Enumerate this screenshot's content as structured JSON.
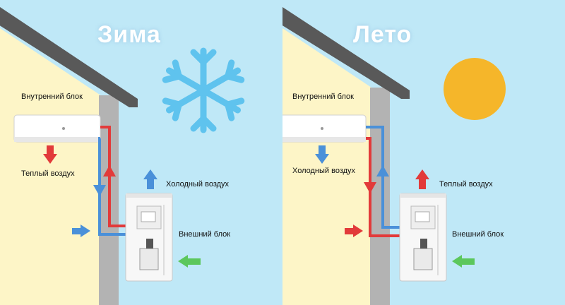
{
  "winter": {
    "title": "Зима",
    "indoor_label": "Внутренний блок",
    "indoor_air_label": "Теплый воздух",
    "outdoor_air_label": "Холодный воздух",
    "outdoor_label": "Внешний блок",
    "weather_icon": "snowflake-icon"
  },
  "summer": {
    "title": "Лето",
    "indoor_label": "Внутренний блок",
    "indoor_air_label": "Холодный воздух",
    "outdoor_air_label": "Теплый воздух",
    "outdoor_label": "Внешний блок",
    "weather_icon": "sun-icon"
  },
  "colors": {
    "sky": "#bfe8f7",
    "wall": "#fdf5c7",
    "warm": "#e23a3a",
    "cold": "#4a90d9",
    "intake": "#5cc75c",
    "snowflake": "#5fc3ee",
    "sun": "#f5b62a"
  }
}
